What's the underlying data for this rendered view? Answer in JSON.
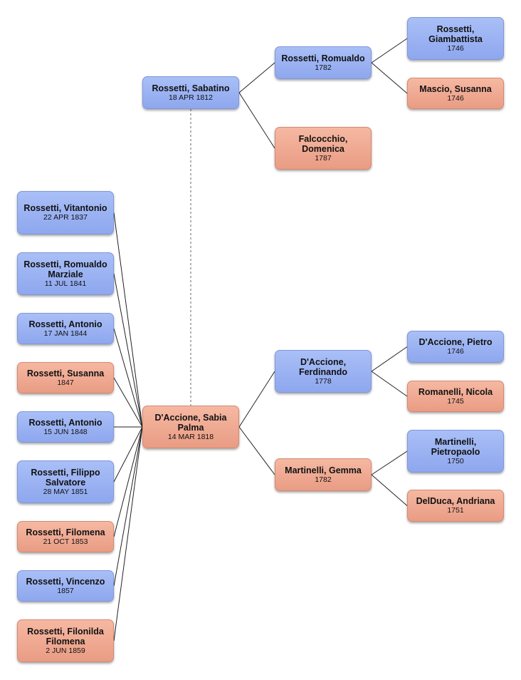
{
  "people": {
    "sabatino": {
      "name": "Rossetti, Sabatino",
      "date": "18 APR 1812",
      "sex": "m"
    },
    "romualdo": {
      "name": "Rossetti, Romualdo",
      "date": "1782",
      "sex": "m"
    },
    "giambattista": {
      "name": "Rossetti, Giambattista",
      "date": "1746",
      "sex": "m"
    },
    "mascio": {
      "name": "Mascio, Susanna",
      "date": "1746",
      "sex": "f"
    },
    "falcocchio": {
      "name": "Falcocchio, Domenica",
      "date": "1787",
      "sex": "f"
    },
    "sabia": {
      "name": "D'Accione, Sabia Palma",
      "date": "14 MAR 1818",
      "sex": "f"
    },
    "ferdinando": {
      "name": "D'Accione, Ferdinando",
      "date": "1778",
      "sex": "m"
    },
    "pietro": {
      "name": "D'Accione, Pietro",
      "date": "1746",
      "sex": "m"
    },
    "nicola": {
      "name": "Romanelli, Nicola",
      "date": "1745",
      "sex": "f"
    },
    "gemma": {
      "name": "Martinelli, Gemma",
      "date": "1782",
      "sex": "f"
    },
    "pietropaolo": {
      "name": "Martinelli, Pietropaolo",
      "date": "1750",
      "sex": "m"
    },
    "andriana": {
      "name": "DelDuca, Andriana",
      "date": "1751",
      "sex": "f"
    },
    "c1": {
      "name": "Rossetti, Vitantonio",
      "date": "22 APR 1837",
      "sex": "m"
    },
    "c2": {
      "name": "Rossetti, Romualdo Marziale",
      "date": "11 JUL 1841",
      "sex": "m"
    },
    "c3": {
      "name": "Rossetti, Antonio",
      "date": "17 JAN 1844",
      "sex": "m"
    },
    "c4": {
      "name": "Rossetti, Susanna",
      "date": "1847",
      "sex": "f"
    },
    "c5": {
      "name": "Rossetti, Antonio",
      "date": "15 JUN 1848",
      "sex": "m"
    },
    "c6": {
      "name": "Rossetti, Filippo Salvatore",
      "date": "28 MAY 1851",
      "sex": "m"
    },
    "c7": {
      "name": "Rossetti, Filomena",
      "date": "21 OCT 1853",
      "sex": "f"
    },
    "c8": {
      "name": "Rossetti, Vincenzo",
      "date": "1857",
      "sex": "m"
    },
    "c9": {
      "name": "Rossetti, Filonilda Filomena",
      "date": "2 JUN 1859",
      "sex": "f"
    }
  },
  "relations": {
    "parents": [
      {
        "child": "sabatino",
        "parent": "romualdo"
      },
      {
        "child": "sabatino",
        "parent": "falcocchio"
      },
      {
        "child": "romualdo",
        "parent": "giambattista"
      },
      {
        "child": "romualdo",
        "parent": "mascio"
      },
      {
        "child": "sabia",
        "parent": "ferdinando"
      },
      {
        "child": "sabia",
        "parent": "gemma"
      },
      {
        "child": "ferdinando",
        "parent": "pietro"
      },
      {
        "child": "ferdinando",
        "parent": "nicola"
      },
      {
        "child": "gemma",
        "parent": "pietropaolo"
      },
      {
        "child": "gemma",
        "parent": "andriana"
      }
    ],
    "children_of_sabia": [
      "c1",
      "c2",
      "c3",
      "c4",
      "c5",
      "c6",
      "c7",
      "c8",
      "c9"
    ],
    "spouses": [
      [
        "sabatino",
        "sabia"
      ]
    ]
  },
  "colors": {
    "male": "#9bb3f2",
    "female": "#f0aa92",
    "line": "#222222"
  }
}
